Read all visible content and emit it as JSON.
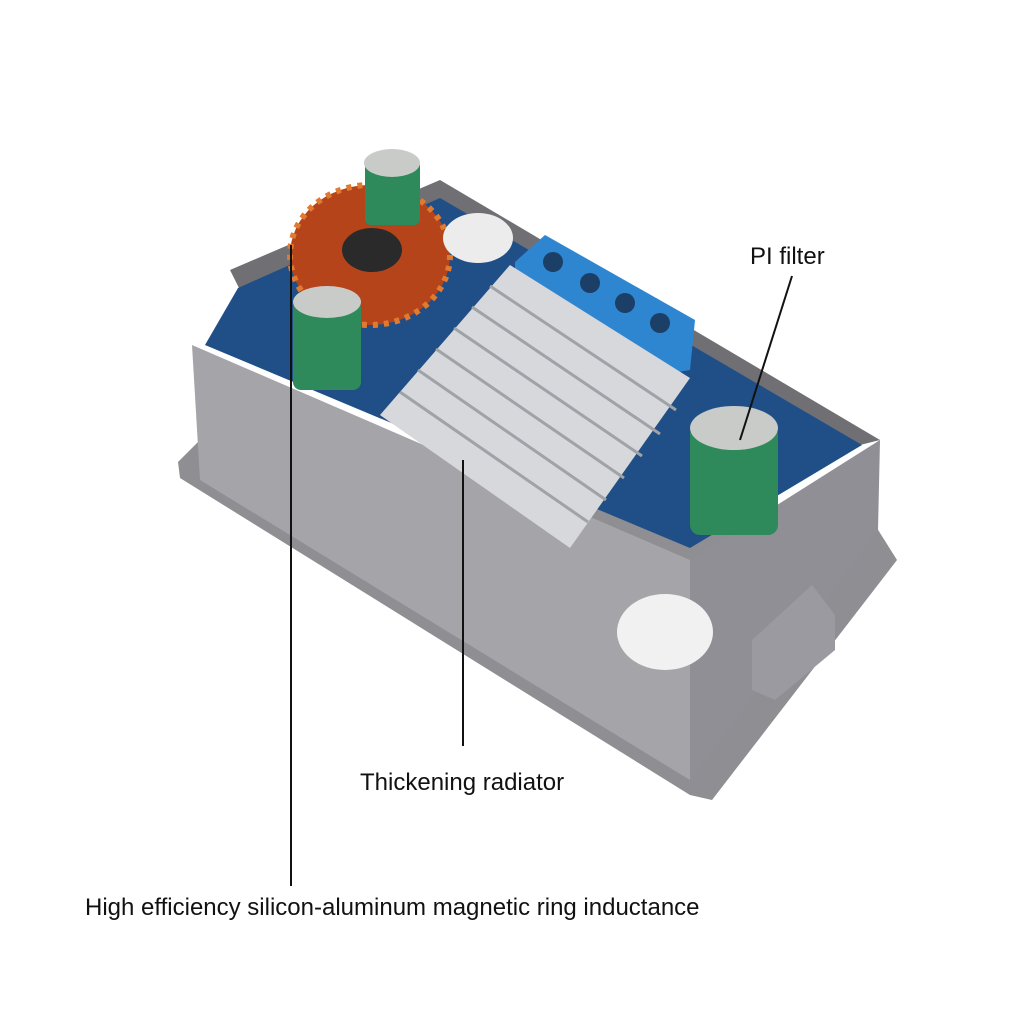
{
  "labels": {
    "pi_filter": "PI filter",
    "radiator": "Thickening radiator",
    "inductor": "High efficiency silicon-aluminum magnetic ring inductance"
  },
  "colors": {
    "case": "#a9a9ad",
    "pcb": "#1e4f86",
    "heatsink": "#d6d8db",
    "terminal": "#2f86d0",
    "capacitor": "#2e8a5a",
    "copper": "#c8561f"
  }
}
